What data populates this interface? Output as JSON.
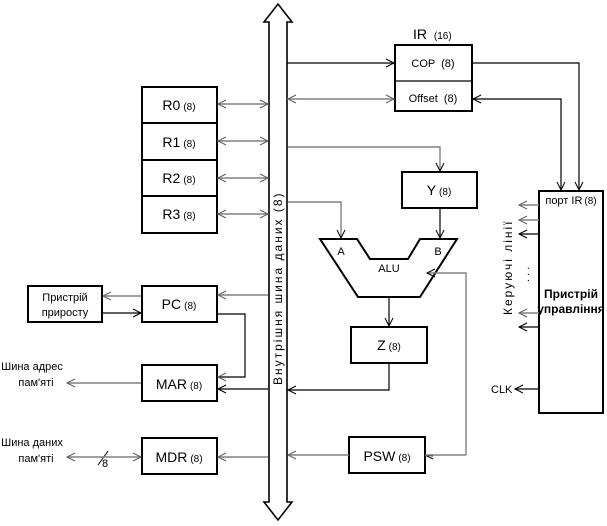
{
  "diagram": {
    "bus": {
      "label": "Внутрішня шина даних (8)"
    },
    "registers": {
      "ir": {
        "name": "IR",
        "width": "(16)",
        "cop": {
          "name": "COP",
          "width": "(8)"
        },
        "offset": {
          "name": "Offset",
          "width": "(8)"
        }
      },
      "r0": {
        "name": "R0",
        "width": "(8)"
      },
      "r1": {
        "name": "R1",
        "width": "(8)"
      },
      "r2": {
        "name": "R2",
        "width": "(8)"
      },
      "r3": {
        "name": "R3",
        "width": "(8)"
      },
      "pc": {
        "name": "PC",
        "width": "(8)"
      },
      "mar": {
        "name": "MAR",
        "width": "(8)"
      },
      "mdr": {
        "name": "MDR",
        "width": "(8)"
      },
      "y": {
        "name": "Y",
        "width": "(8)"
      },
      "z": {
        "name": "Z",
        "width": "(8)"
      },
      "psw": {
        "name": "PSW",
        "width": "(8)"
      }
    },
    "alu": {
      "name": "ALU",
      "input_a": "A",
      "input_b": "B"
    },
    "incrementer": {
      "line1": "Пристрій",
      "line2": "приросту"
    },
    "address_bus": {
      "line1": "Шина адрес",
      "line2": "пам'яті"
    },
    "data_bus": {
      "line1": "Шина даних",
      "line2": "пам'яті",
      "bits": "8"
    },
    "control_unit": {
      "line1": "Пристрій",
      "line2": "управління",
      "port": "порт IR",
      "port_width": "(8)"
    },
    "control_lines": {
      "label": "Керуючі лінії",
      "ellipsis": ". . ."
    },
    "clock": {
      "label": "CLK"
    }
  }
}
